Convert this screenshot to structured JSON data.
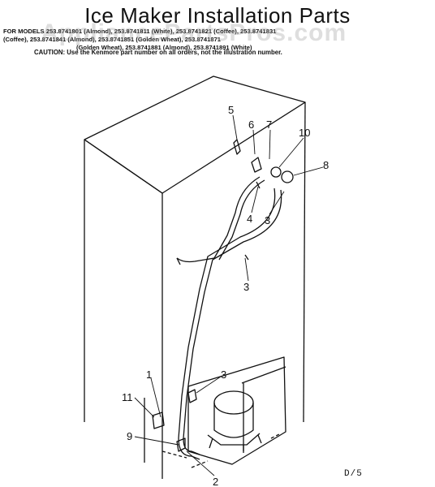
{
  "header": {
    "title": "Ice Maker Installation Parts",
    "models_line1": "FOR MODELS 253.8741801 (Almond), 253.8741811 (White), 253.8741821 (Coffee), 253.8741831",
    "models_line2": "(Coffee), 253.8741841 (Almond), 253.8741851 (Golden Wheat), 253.8741871",
    "models_line3": "(Golden Wheat), 253.8741881 (Almond), 253.8741891 (White)",
    "caution": "CAUTION: Use the Kenmore part number on all orders, not the illustration number."
  },
  "watermark": "AppliancePartsPros.com",
  "diagram": {
    "callouts": [
      "5",
      "6",
      "7",
      "10",
      "8",
      "4",
      "3",
      "3",
      "1",
      "3",
      "11",
      "9",
      "2"
    ]
  },
  "footer": {
    "page_number": "D/5"
  }
}
